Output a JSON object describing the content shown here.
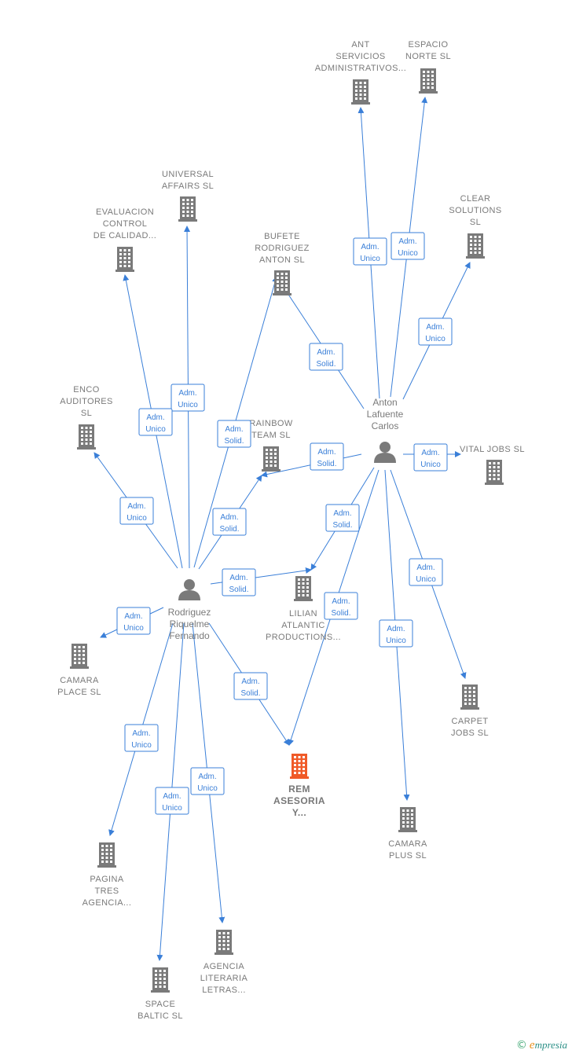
{
  "colors": {
    "edge": "#3a7fd8",
    "company": "#7a7a7a",
    "focus_company": "#f05a28",
    "person": "#7a7a7a",
    "label": "#7a7a7a"
  },
  "companies": [
    {
      "id": "ant",
      "lines": [
        "ANT",
        "SERVICIOS",
        "ADMINISTRATIVOS..."
      ],
      "icon": "building-icon"
    },
    {
      "id": "espacio",
      "lines": [
        "ESPACIO",
        "NORTE  SL"
      ],
      "icon": "building-icon"
    },
    {
      "id": "universal",
      "lines": [
        "UNIVERSAL",
        "AFFAIRS  SL"
      ],
      "icon": "building-icon"
    },
    {
      "id": "evaluacion",
      "lines": [
        "EVALUACION",
        "CONTROL",
        "DE CALIDAD..."
      ],
      "icon": "building-icon"
    },
    {
      "id": "clear",
      "lines": [
        "CLEAR",
        "SOLUTIONS",
        "SL"
      ],
      "icon": "building-icon"
    },
    {
      "id": "bufete",
      "lines": [
        "BUFETE",
        "RODRIGUEZ",
        "ANTON  SL"
      ],
      "icon": "building-icon"
    },
    {
      "id": "enco",
      "lines": [
        "ENCO",
        "AUDITORES",
        "SL"
      ],
      "icon": "building-icon"
    },
    {
      "id": "rainbow",
      "lines": [
        "RAINBOW",
        "TEAM  SL"
      ],
      "icon": "building-icon"
    },
    {
      "id": "vital",
      "lines": [
        "VITAL JOBS  SL"
      ],
      "icon": "building-icon"
    },
    {
      "id": "lilian",
      "lines": [
        "LILIAN",
        "ATLANTIC",
        "PRODUCTIONS..."
      ],
      "icon": "building-icon"
    },
    {
      "id": "camara_place",
      "lines": [
        "CAMARA",
        "PLACE  SL"
      ],
      "icon": "building-icon"
    },
    {
      "id": "carpet",
      "lines": [
        "CARPET",
        "JOBS  SL"
      ],
      "icon": "building-icon"
    },
    {
      "id": "rem",
      "lines": [
        "REM",
        "ASESORIA",
        "Y..."
      ],
      "icon": "building-icon",
      "focus": true
    },
    {
      "id": "camara_plus",
      "lines": [
        "CAMARA",
        "PLUS  SL"
      ],
      "icon": "building-icon"
    },
    {
      "id": "pagina",
      "lines": [
        "PAGINA",
        "TRES",
        "AGENCIA..."
      ],
      "icon": "building-icon"
    },
    {
      "id": "agencia",
      "lines": [
        "AGENCIA",
        "LITERARIA",
        "LETRAS..."
      ],
      "icon": "building-icon"
    },
    {
      "id": "space",
      "lines": [
        "SPACE",
        "BALTIC  SL"
      ],
      "icon": "building-icon"
    }
  ],
  "persons": [
    {
      "id": "anton",
      "lines": [
        "Anton",
        "Lafuente",
        "Carlos"
      ],
      "icon": "person-icon"
    },
    {
      "id": "rodriguez",
      "lines": [
        "Rodriguez",
        "Riquelme",
        "Fernando"
      ],
      "icon": "person-icon"
    }
  ],
  "edges": [
    {
      "from": "anton",
      "to": "ant",
      "label": [
        "Adm.",
        "Unico"
      ]
    },
    {
      "from": "anton",
      "to": "espacio",
      "label": [
        "Adm.",
        "Unico"
      ]
    },
    {
      "from": "anton",
      "to": "clear",
      "label": [
        "Adm.",
        "Unico"
      ]
    },
    {
      "from": "anton",
      "to": "bufete",
      "label": [
        "Adm.",
        "Solid."
      ]
    },
    {
      "from": "anton",
      "to": "rainbow",
      "label": [
        "Adm.",
        "Solid."
      ]
    },
    {
      "from": "anton",
      "to": "vital",
      "label": [
        "Adm.",
        "Unico"
      ]
    },
    {
      "from": "anton",
      "to": "lilian",
      "label": [
        "Adm.",
        "Solid."
      ]
    },
    {
      "from": "anton",
      "to": "carpet",
      "label": [
        "Adm.",
        "Unico"
      ]
    },
    {
      "from": "anton",
      "to": "rem",
      "label": [
        "Adm.",
        "Solid."
      ]
    },
    {
      "from": "anton",
      "to": "camara_plus",
      "label": [
        "Adm.",
        "Unico"
      ]
    },
    {
      "from": "rodriguez",
      "to": "universal",
      "label": [
        "Adm.",
        "Unico"
      ]
    },
    {
      "from": "rodriguez",
      "to": "evaluacion",
      "label": [
        "Adm.",
        "Unico"
      ]
    },
    {
      "from": "rodriguez",
      "to": "bufete",
      "label": [
        "Adm.",
        "Solid."
      ]
    },
    {
      "from": "rodriguez",
      "to": "enco",
      "label": [
        "Adm.",
        "Unico"
      ]
    },
    {
      "from": "rodriguez",
      "to": "rainbow",
      "label": [
        "Adm.",
        "Solid."
      ]
    },
    {
      "from": "rodriguez",
      "to": "lilian",
      "label": [
        "Adm.",
        "Solid."
      ]
    },
    {
      "from": "rodriguez",
      "to": "camara_place",
      "label": [
        "Adm.",
        "Unico"
      ]
    },
    {
      "from": "rodriguez",
      "to": "rem",
      "label": [
        "Adm.",
        "Solid."
      ]
    },
    {
      "from": "rodriguez",
      "to": "pagina",
      "label": [
        "Adm.",
        "Unico"
      ]
    },
    {
      "from": "rodriguez",
      "to": "agencia",
      "label": [
        "Adm.",
        "Unico"
      ]
    },
    {
      "from": "rodriguez",
      "to": "space",
      "label": [
        "Adm.",
        "Unico"
      ]
    }
  ],
  "footer": {
    "copyright_symbol": "©",
    "brand_initial": "e",
    "brand_rest": "mpresia"
  }
}
